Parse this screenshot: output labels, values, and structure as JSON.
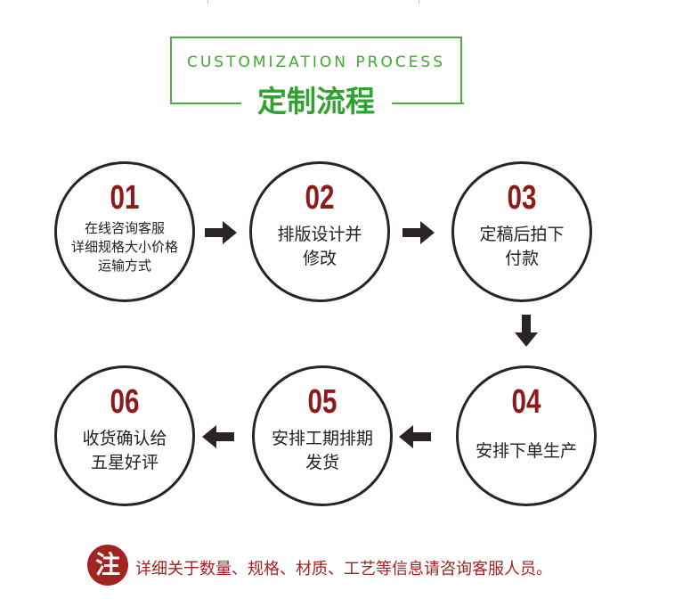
{
  "header": {
    "title_en": "CUSTOMIZATION PROCESS",
    "title_cn": "定制流程"
  },
  "steps": [
    {
      "num": "01",
      "lines": [
        "在线咨询客服",
        "详细规格大小价格",
        "运输方式"
      ]
    },
    {
      "num": "02",
      "lines": [
        "排版设计并",
        "修改"
      ]
    },
    {
      "num": "03",
      "lines": [
        "定稿后拍下",
        "付款"
      ]
    },
    {
      "num": "04",
      "lines": [
        "安排下单生产"
      ]
    },
    {
      "num": "05",
      "lines": [
        "安排工期排期",
        "发货"
      ]
    },
    {
      "num": "06",
      "lines": [
        "收货确认给",
        "五星好评"
      ]
    }
  ],
  "note": {
    "badge": "注",
    "text": "详细关于数量、规格、材质、工艺等信息请咨询客服人员。"
  },
  "colors": {
    "accent_green": "#4caf37",
    "number_red": "#8e1b1b",
    "note_red": "#a2231f",
    "circle_border": "#2a2424",
    "arrow": "#2a2424"
  }
}
